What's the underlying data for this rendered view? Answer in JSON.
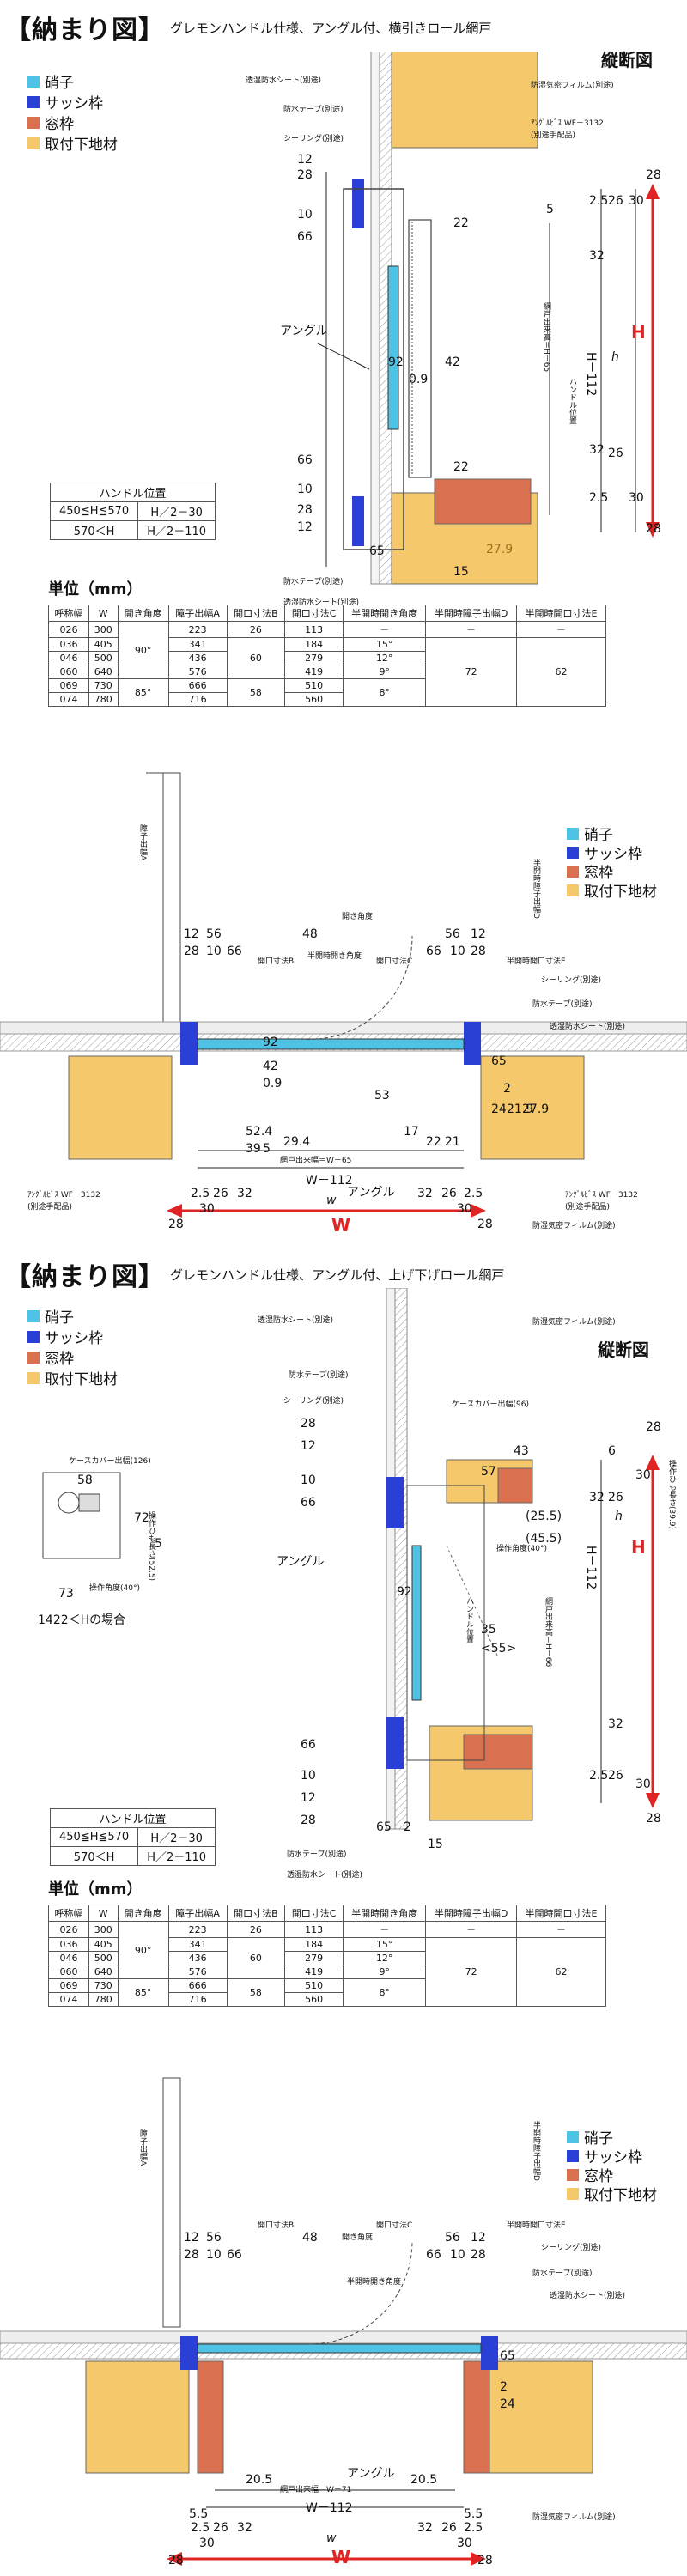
{
  "colors": {
    "glass": "#4fc3e6",
    "sash": "#2a3fd6",
    "window_frame": "#d9704f",
    "base": "#f5c96b",
    "red_arrow": "#e02424"
  },
  "legend": [
    "硝子",
    "サッシ枠",
    "窓枠",
    "取付下地材"
  ],
  "section1": {
    "title": "【納まり図】",
    "subtitle": "グレモンハンドル仕様、アングル付、横引きロール網戸",
    "vertical_title": "縦断図",
    "labels": {
      "moisture_sheet": "透湿防水シート(別途)",
      "waterproof_tape": "防水テープ(別途)",
      "sealing": "シーリング(別途)",
      "airtight_film": "防湿気密フィルム(別途)",
      "angle_screw": "ｱﾝｸﾞﾙﾋﾞｽ  WF－3132",
      "angle_screw_sub": "(別途手配品)",
      "angle": "アングル",
      "net_height": "網戸出来高＝H－65",
      "handle_pos": "ハンドル位置",
      "h112": "H－112",
      "H": "H",
      "h": "h",
      "d2_5": "2.5",
      "d26": "26",
      "d30": "30",
      "d5": "5",
      "d32": "32",
      "d28": "28",
      "d12": "12",
      "d10": "10",
      "d66": "66",
      "d22": "22",
      "d92": "92",
      "d0_9": "0.9",
      "d42": "42",
      "d65": "65",
      "d27_9": "27.9",
      "d15": "15"
    },
    "handle_table": {
      "header": "ハンドル位置",
      "rows": [
        [
          "450≦H≦570",
          "H／2－30"
        ],
        [
          "570＜H",
          "H／2－110"
        ]
      ]
    },
    "unit": "単位（mm）",
    "spec_table": {
      "headers": [
        "呼称幅",
        "W",
        "開き角度",
        "障子出幅A",
        "開口寸法B",
        "開口寸法C",
        "半開時開き角度",
        "半開時障子出幅D",
        "半開時開口寸法E"
      ],
      "rows": [
        [
          "026",
          "300",
          "90°",
          "223",
          "26",
          "113",
          "－",
          "－",
          "－"
        ],
        [
          "036",
          "405",
          "",
          "341",
          "60",
          "184",
          "15°",
          "72",
          "62"
        ],
        [
          "046",
          "500",
          "",
          "436",
          "",
          "279",
          "12°",
          "",
          ""
        ],
        [
          "060",
          "640",
          "",
          "576",
          "",
          "419",
          "9°",
          "",
          ""
        ],
        [
          "069",
          "730",
          "85°",
          "666",
          "58",
          "510",
          "8°",
          "",
          ""
        ],
        [
          "074",
          "780",
          "",
          "716",
          "",
          "560",
          "",
          "",
          ""
        ]
      ]
    },
    "horizontal": {
      "labels": {
        "sash_width_a": "障子出幅A",
        "half_sash_d": "半開時障子出幅D",
        "opening_angle": "開き角度",
        "half_open_angle": "半開時開き角度",
        "opening_b": "開口寸法B",
        "opening_c": "開口寸法C",
        "half_open_e": "半開時開口寸法E",
        "net_width": "網戸出来幅＝W－65",
        "w112": "W－112",
        "W": "W",
        "w": "w",
        "angle": "アングル",
        "d12": "12",
        "d28": "28",
        "d56": "56",
        "d10": "10",
        "d66": "66",
        "d48": "48",
        "d42": "42",
        "d0_9": "0.9",
        "d92": "92",
        "d52_4": "52.4",
        "d29_4": "29.4",
        "d39": "39",
        "d5": "5",
        "d53": "53",
        "d17": "17",
        "d22": "22",
        "d21": "21",
        "d2_5": "2.5",
        "d26": "26",
        "d32": "32",
        "d30": "30",
        "d24": "24",
        "d21_9": "21.9",
        "d27_9": "27.9",
        "d65": "65",
        "d2": "2"
      }
    }
  },
  "section2": {
    "title": "【納まり図】",
    "subtitle": "グレモンハンドル仕様、アングル付、上げ下げロール網戸",
    "vertical_title": "縦断図",
    "labels": {
      "case_cover_96": "ケースカバー出幅(96)",
      "case_cover_126": "ケースカバー出幅(126)",
      "operation_cord": "操作ひも長さ(39.9)",
      "operation_cord_small": "操作ひも長さ(52.5)",
      "operation_angle": "操作角度(40°)",
      "net_height": "網戸出来高＝H－66",
      "h112": "H－112",
      "handle_pos": "ハンドル位置",
      "note_1422": "1422＜Hの場合",
      "d43": "43",
      "d57": "57",
      "d25_5": "(25.5)",
      "d45_5": "(45.5)",
      "d35": "35",
      "d55": "<55>",
      "d58": "58",
      "d72": "72",
      "d73": "73",
      "d5": "5",
      "d6": "6",
      "d32": "32",
      "d26": "26",
      "d30": "30",
      "d2_5": "2.5",
      "d28": "28",
      "d12": "12",
      "d10": "10",
      "d66": "66",
      "d92": "92",
      "d65": "65",
      "d15": "15",
      "d2": "2",
      "H": "H",
      "h": "h"
    },
    "handle_table": {
      "header": "ハンドル位置",
      "rows": [
        [
          "450≦H≦570",
          "H／2－30"
        ],
        [
          "570＜H",
          "H／2－110"
        ]
      ]
    },
    "unit": "単位（mm）",
    "spec_table": {
      "headers": [
        "呼称幅",
        "W",
        "開き角度",
        "障子出幅A",
        "開口寸法B",
        "開口寸法C",
        "半開時開き角度",
        "半開時障子出幅D",
        "半開時開口寸法E"
      ],
      "rows": [
        [
          "026",
          "300",
          "90°",
          "223",
          "26",
          "113",
          "－",
          "－",
          "－"
        ],
        [
          "036",
          "405",
          "",
          "341",
          "60",
          "184",
          "15°",
          "72",
          "62"
        ],
        [
          "046",
          "500",
          "",
          "436",
          "",
          "279",
          "12°",
          "",
          ""
        ],
        [
          "060",
          "640",
          "",
          "576",
          "",
          "419",
          "9°",
          "",
          ""
        ],
        [
          "069",
          "730",
          "85°",
          "666",
          "58",
          "510",
          "8°",
          "",
          ""
        ],
        [
          "074",
          "780",
          "",
          "716",
          "",
          "560",
          "",
          "",
          ""
        ]
      ]
    },
    "horizontal": {
      "labels": {
        "net_width": "網戸出来幅＝W－71",
        "w112": "W－112",
        "W": "W",
        "w": "w",
        "angle": "アングル",
        "d20_5": "20.5",
        "d5_5": "5.5",
        "d2": "2",
        "d24": "24",
        "d65": "65"
      }
    }
  }
}
